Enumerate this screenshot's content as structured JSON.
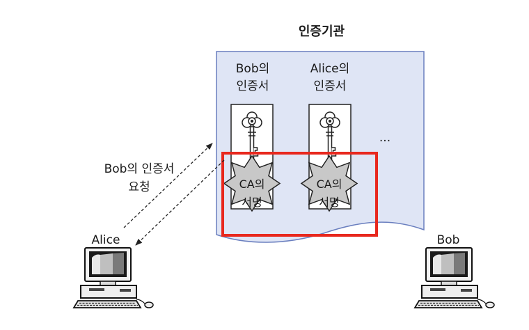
{
  "title": "인증기관",
  "certificates": [
    {
      "line1": "Bob의",
      "line2": "인증서",
      "seal_line1": "CA의",
      "seal_line2": "서명"
    },
    {
      "line1": "Alice의",
      "line2": "인증서",
      "seal_line1": "CA의",
      "seal_line2": "서명"
    }
  ],
  "ellipsis": "...",
  "request": {
    "line1": "Bob의 인증서",
    "line2": "요청"
  },
  "computers": {
    "left": "Alice",
    "right": "Bob"
  },
  "colors": {
    "ca_panel_fill": "#dfe5f5",
    "ca_panel_border": "#6a7fbf",
    "highlight": "#e8281e",
    "seal_fill": "#c8c8c8",
    "card_fill": "#ffffff"
  }
}
